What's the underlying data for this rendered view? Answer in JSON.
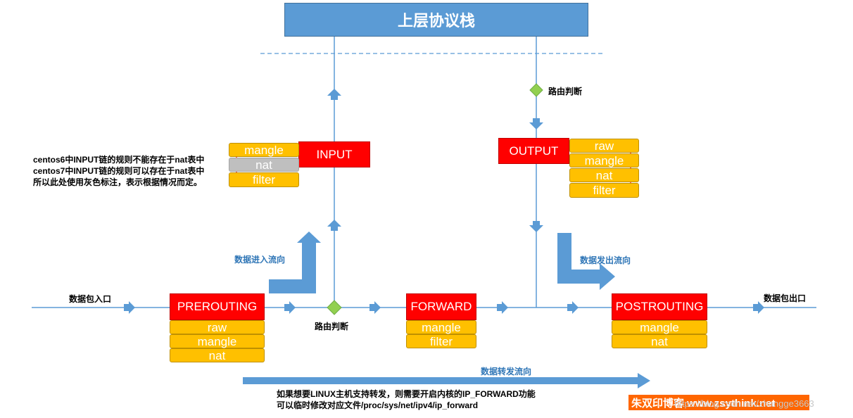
{
  "top_box": "上层协议栈",
  "chains": {
    "input": "INPUT",
    "output": "OUTPUT",
    "prerouting": "PREROUTING",
    "forward": "FORWARD",
    "postrouting": "POSTROUTING"
  },
  "tables": {
    "input": [
      "mangle",
      "nat",
      "filter"
    ],
    "output": [
      "raw",
      "mangle",
      "nat",
      "filter"
    ],
    "prerouting": [
      "raw",
      "mangle",
      "nat"
    ],
    "forward": [
      "mangle",
      "filter"
    ],
    "postrouting": [
      "mangle",
      "nat"
    ]
  },
  "labels": {
    "routing_decision": "路由判断",
    "packet_in": "数据包入口",
    "packet_out": "数据包出口",
    "flow_in": "数据进入流向",
    "flow_out": "数据发出流向",
    "flow_forward": "数据转发流向"
  },
  "note_lines": [
    "centos6中INPUT链的规则不能存在于nat表中",
    "centos7中INPUT链的规则可以存在于nat表中",
    "所以此处使用灰色标注，表示根据情况而定。"
  ],
  "forward_note_lines": [
    "如果想要LINUX主机支持转发，则需要开启内核的IP_FORWARD功能",
    "可以临时修改对应文件/proc/sys/net/ipv4/ip_forward"
  ],
  "watermark": "朱双印博客 www.zsythink.net",
  "watermark_overlay": "https://blog.csdn.net/zhangge3663",
  "colors": {
    "chain": "#FF0000",
    "table": "#FFC000",
    "table_gray": "#BFBFBF",
    "top_box": "#5B9BD5",
    "arrow": "#5B9BD5",
    "decision": "#92D050"
  }
}
